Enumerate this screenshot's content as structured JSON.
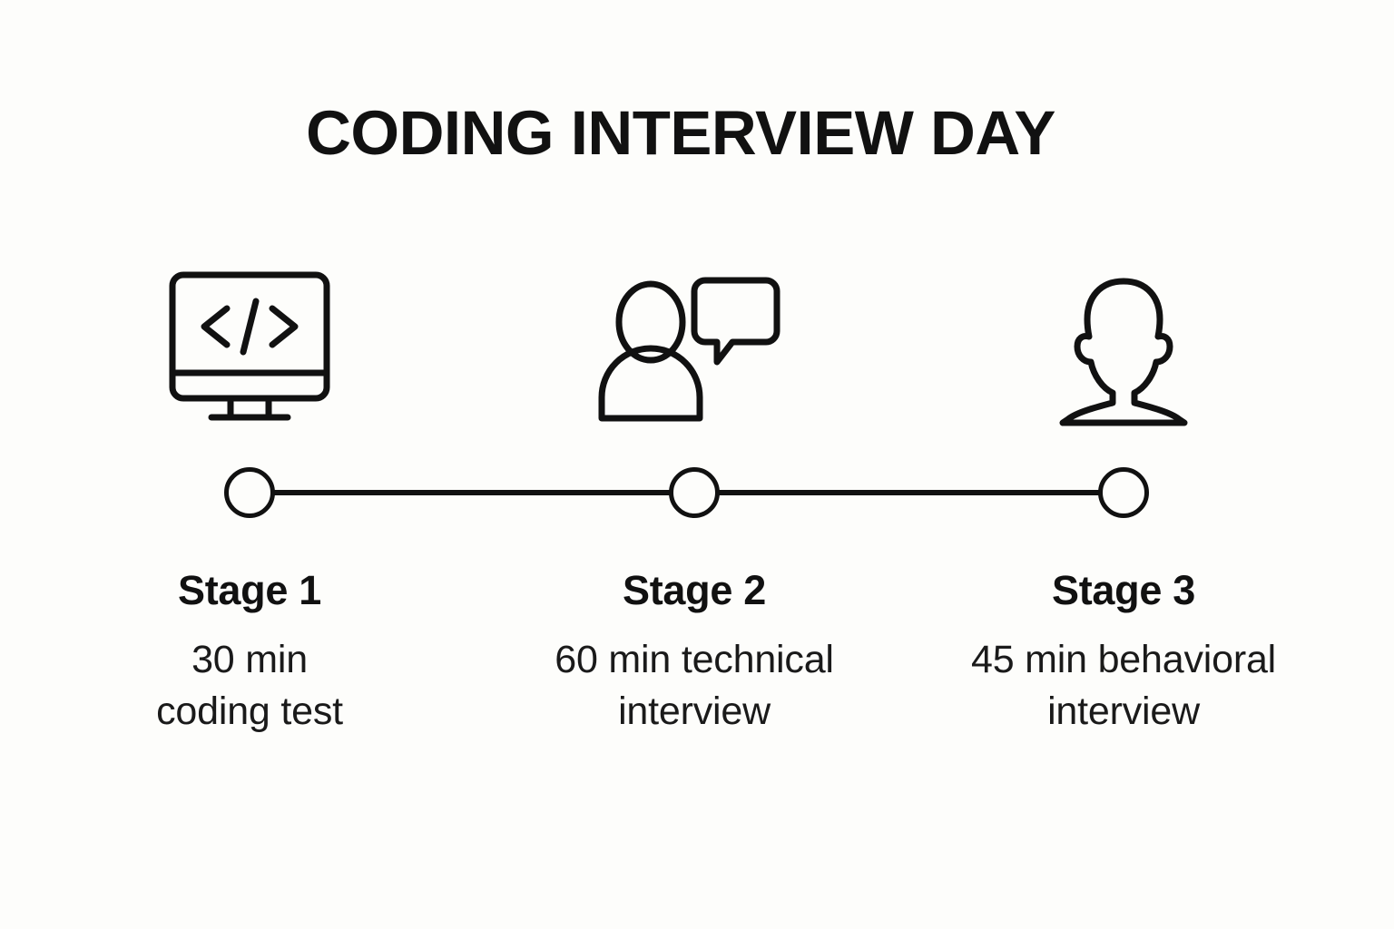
{
  "page": {
    "title": "CODING INTERVIEW DAY",
    "background_color": "#fdfdfb",
    "ink_color": "#111111"
  },
  "timeline": {
    "rail_label": "timeline-rail",
    "stages": [
      {
        "icon": "monitor-code-icon",
        "node_label": "stage-1-node",
        "title": "Stage 1",
        "desc_line1": "30 min",
        "desc_line2": "coding test"
      },
      {
        "icon": "person-speech-bubble-icon",
        "node_label": "stage-2-node",
        "title": "Stage 2",
        "desc_line1": "60 min technical",
        "desc_line2": "interview"
      },
      {
        "icon": "person-avatar-icon",
        "node_label": "stage-3-node",
        "title": "Stage 3",
        "desc_line1": "45 min behavioral",
        "desc_line2": "interview"
      }
    ]
  }
}
